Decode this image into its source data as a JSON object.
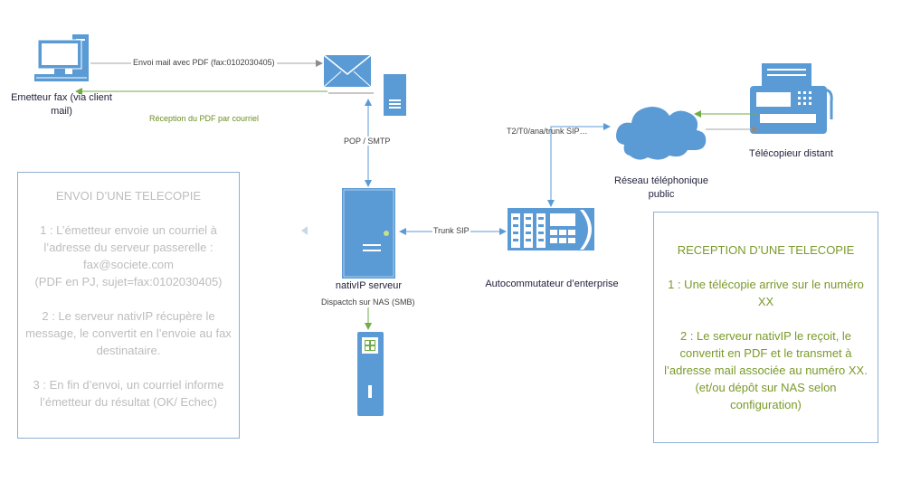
{
  "nodes": {
    "sender": "Emetteur fax (via client mail)",
    "server": "nativIP serveur",
    "pbx": "Autocommutateur d’enterprise",
    "network": "Réseau téléphonique public",
    "remote_fax": "Télécopieur distant"
  },
  "edges": {
    "send_mail": "Envoi mail avec PDF (fax:0102030405)",
    "receive_pdf": "Réception du PDF par courriel",
    "pop_smtp": "POP / SMTP",
    "trunk_sip": "Trunk SIP",
    "t2_trunk": "T2/T0/ana/trunk SIP…",
    "nas": "Dispactch sur NAS (SMB)"
  },
  "send_box": {
    "title": "ENVOI D’UNE TELECOPIE",
    "step1": "1 : L’émetteur envoie un courriel à l’adresse du serveur passerelle : fax@societe.com\n(PDF en PJ, sujet=fax:0102030405)",
    "step2": "2 : Le serveur nativIP récupère le message, le convertit en l’envoie au fax destinataire.",
    "step3": "3 : En fin d’envoi, un courriel informe l’émetteur du résultat (OK/ Echec)"
  },
  "receive_box": {
    "title": "RECEPTION D’UNE TELECOPIE",
    "step1": "1 : Une télécopie arrive sur le numéro XX",
    "step2": "2 : Le serveur nativIP le reçoit, le convertit en PDF et le transmet à l’adresse mail associée au numéro XX. (et/ou dépôt sur NAS selon configuration)"
  },
  "colors": {
    "icon_blue": "#5b9bd5",
    "arrow_gray": "#a6a6a6",
    "arrow_blue": "#5b9bd5",
    "arrow_green": "#70ad47",
    "border": "#8fb0cf"
  }
}
